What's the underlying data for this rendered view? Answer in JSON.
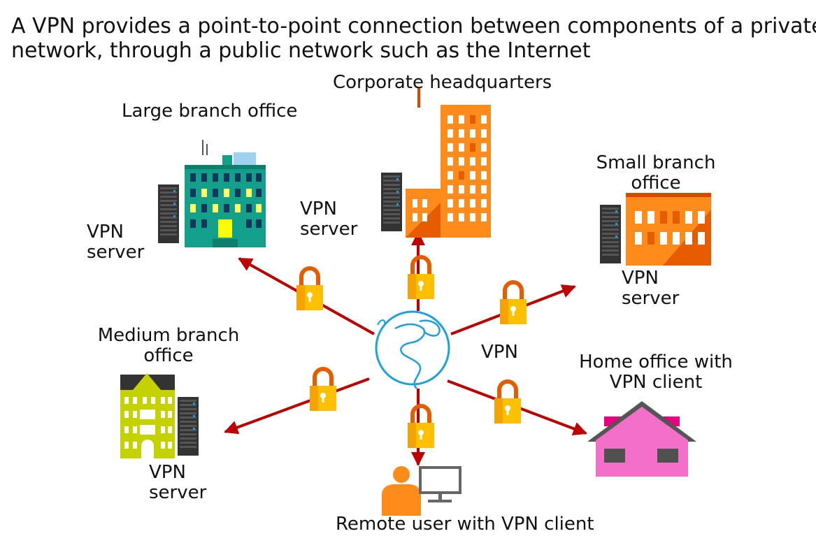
{
  "title": {
    "line1": "A VPN provides a point-to-point connection between components of a private",
    "line2": "network, through a public network such as the Internet"
  },
  "nodes": {
    "hq": {
      "label": "Corporate headquarters",
      "server_line1": "VPN",
      "server_line2": "server"
    },
    "large_branch": {
      "label": "Large branch office",
      "server_line1": "VPN",
      "server_line2": "server"
    },
    "small_branch": {
      "label_line1": "Small branch",
      "label_line2": "office",
      "server_line1": "VPN",
      "server_line2": "server"
    },
    "medium_branch": {
      "label_line1": "Medium branch",
      "label_line2": "office",
      "server_line1": "VPN",
      "server_line2": "server"
    },
    "home_office": {
      "label_line1": "Home office with",
      "label_line2": "VPN client"
    },
    "remote_user": {
      "label": "Remote user with VPN client"
    }
  },
  "center": {
    "vpn_label": "VPN"
  },
  "colors": {
    "arrow": "#c00000",
    "lock_body": "#ffc000",
    "lock_shackle": "#e65c00",
    "hq_orange": "#ff8c1a",
    "large_branch_teal": "#13a08a",
    "medium_branch_yellow": "#c4d300",
    "home_pink": "#f36fc8",
    "globe": "#1ba1e2",
    "server": "#333333"
  }
}
